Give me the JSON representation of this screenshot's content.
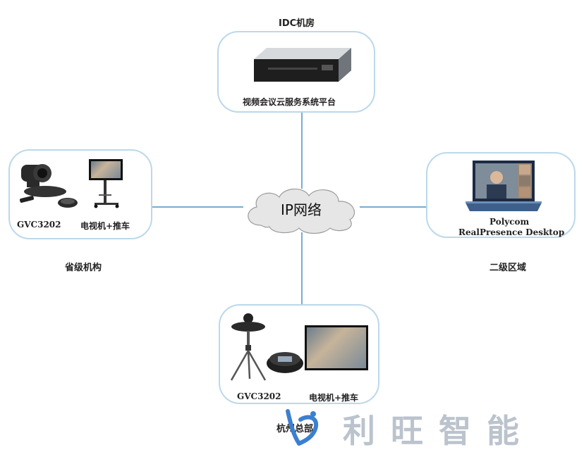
{
  "nodes": {
    "idc": {
      "region": "IDC机房",
      "caption": "视频会议云服务系统平台"
    },
    "provincial": {
      "region": "省级机构",
      "device1": "GVC3202",
      "device2": "电视机+推车"
    },
    "secondary": {
      "region": "二级区域",
      "line1": "Polycom",
      "line2": "RealPresence Desktop"
    },
    "hangzhou": {
      "region": "杭州总部",
      "device1": "GVC3202",
      "device2": "电视机+推车"
    }
  },
  "network": {
    "label": "IP网络"
  },
  "brand": {
    "text": "利旺智能"
  },
  "colors": {
    "line": "#4a90c2",
    "box_border": "#bcd8ea",
    "cloud": "#e6e6e6"
  }
}
